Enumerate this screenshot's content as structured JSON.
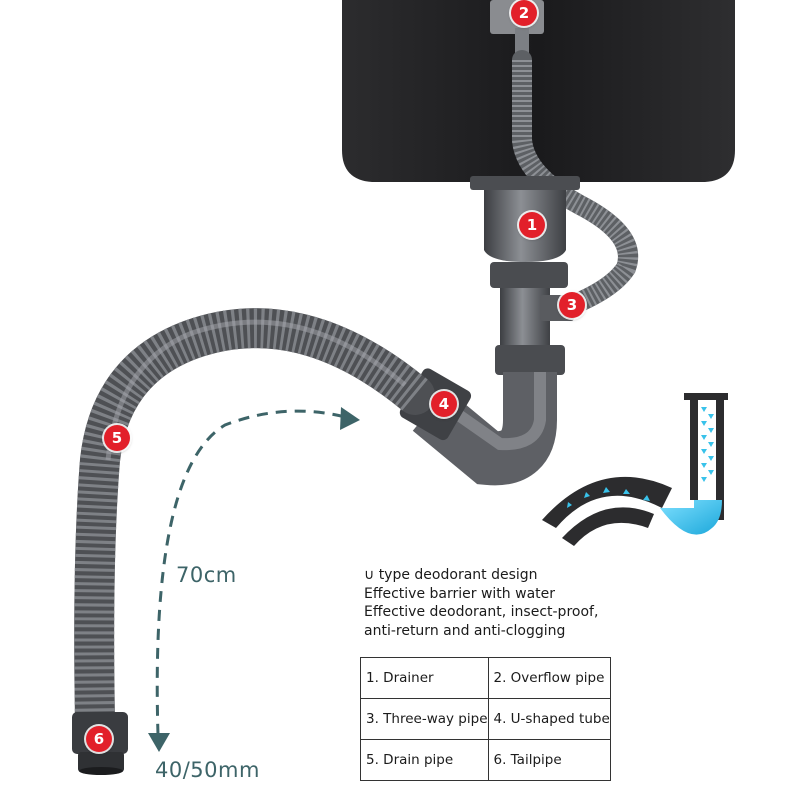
{
  "markers": [
    "1",
    "2",
    "3",
    "4",
    "5",
    "6"
  ],
  "dimensions": {
    "hose_length": "70cm",
    "outlet_diameter": "40/50mm"
  },
  "description": [
    "∪ type deodorant design",
    "Effective barrier with water",
    "Effective deodorant, insect-proof,",
    "anti-return and anti-clogging"
  ],
  "legend": [
    [
      "1. Drainer",
      "2. Overflow pipe"
    ],
    [
      "3. Three-way pipe",
      "4. U-shaped tube"
    ],
    [
      "5. Drain pipe",
      "6. Tailpipe"
    ]
  ],
  "colors": {
    "marker": "#e2202a",
    "arrow": "#3d6468",
    "water": "#39c2ea",
    "pipe": "#5b5d61",
    "sink": "#1e1e20"
  }
}
